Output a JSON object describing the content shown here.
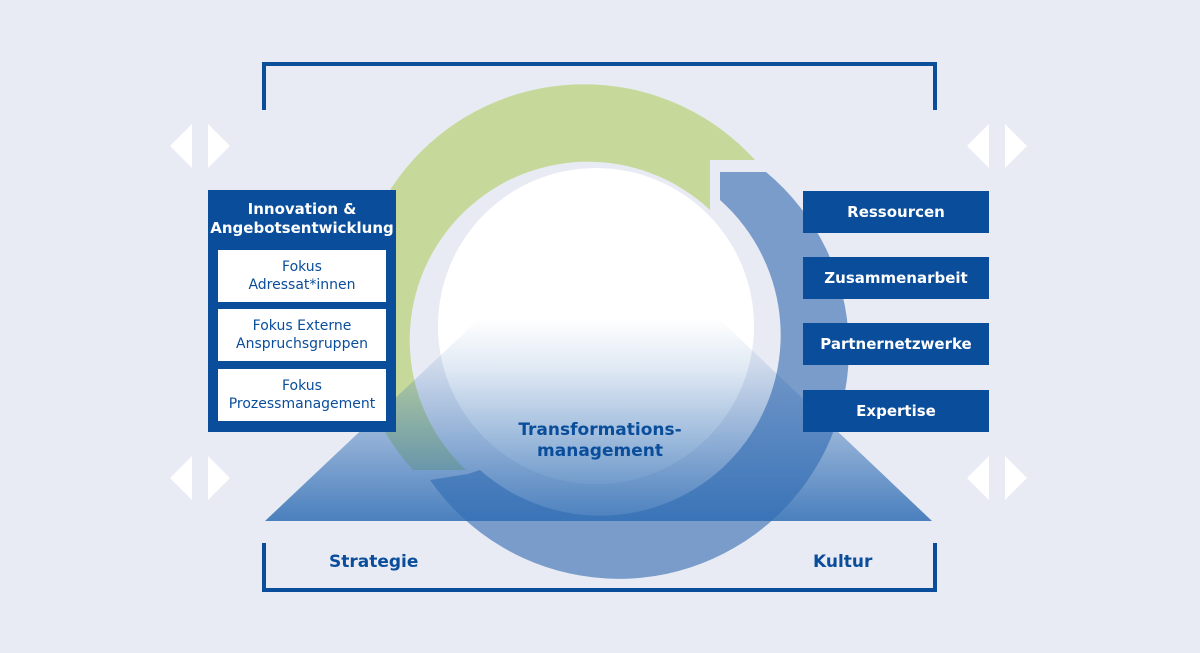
{
  "left_panel": {
    "title": "Innovation &\nAngebotsentwicklung",
    "items": [
      {
        "label": "Fokus\nAdressat*innen"
      },
      {
        "label": "Fokus Externe\nAnspruchsgruppen"
      },
      {
        "label": "Fokus\nProzessmanagement"
      }
    ]
  },
  "right_items": [
    {
      "label": "Ressourcen"
    },
    {
      "label": "Zusammenarbeit"
    },
    {
      "label": "Partnernetzwerke"
    },
    {
      "label": "Expertise"
    }
  ],
  "center_label": "Transformations-\nmanagement",
  "bottom_labels": {
    "left": "Strategie",
    "right": "Kultur"
  },
  "colors": {
    "background": "#e8ebf4",
    "navy": "#0a4d9b",
    "green_arc": "#c6d99b",
    "blue_arc": "#7a9ccb",
    "triangle": "#2f6db4",
    "white": "#ffffff"
  },
  "icons": [
    "chevron-left-icon",
    "chevron-right-icon"
  ]
}
